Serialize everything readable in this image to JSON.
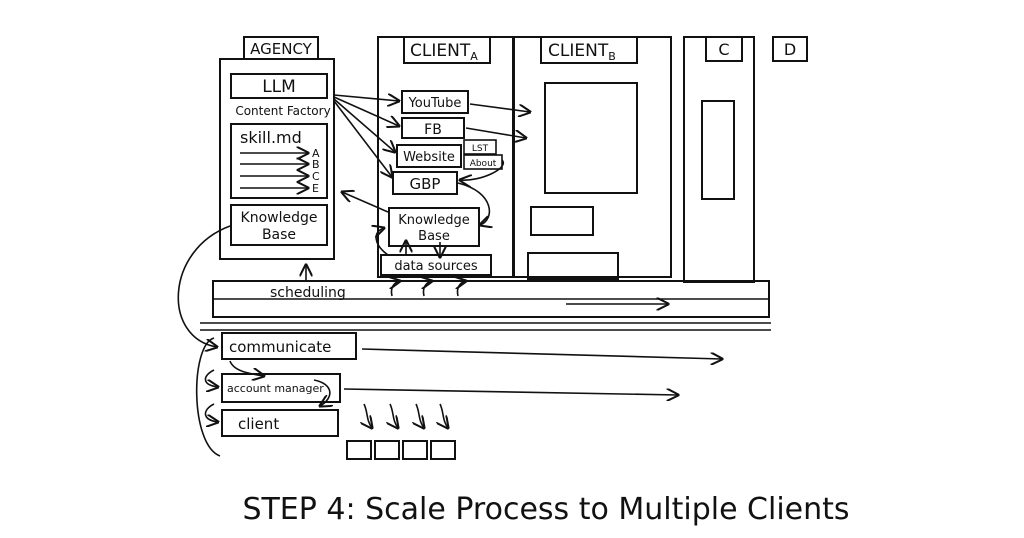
{
  "columns": {
    "agency": "AGENCY",
    "client_a_main": "CLIENT",
    "client_a_sub": "A",
    "client_b_main": "CLIENT",
    "client_b_sub": "B",
    "client_c": "C",
    "client_d": "D"
  },
  "agency_panel": {
    "llm": "LLM",
    "content_factory": "Content Factory",
    "skill": "skill.md",
    "skill_items": [
      "A",
      "B",
      "C",
      "E"
    ],
    "knowledge_base_line1": "Knowledge",
    "knowledge_base_line2": "Base"
  },
  "client_a_panel": {
    "channels": [
      "YouTube",
      "FB",
      "Website",
      "GBP"
    ],
    "website_tags": [
      "LST",
      "About"
    ],
    "knowledge_base_line1": "Knowledge",
    "knowledge_base_line2": "Base",
    "data_sources": "data sources"
  },
  "bars": {
    "scheduling": "scheduling"
  },
  "process": {
    "communicate": "communicate",
    "account_manager": "account manager",
    "client": "client",
    "deliverable_count": 4
  },
  "caption": "STEP 4: Scale Process to Multiple Clients"
}
